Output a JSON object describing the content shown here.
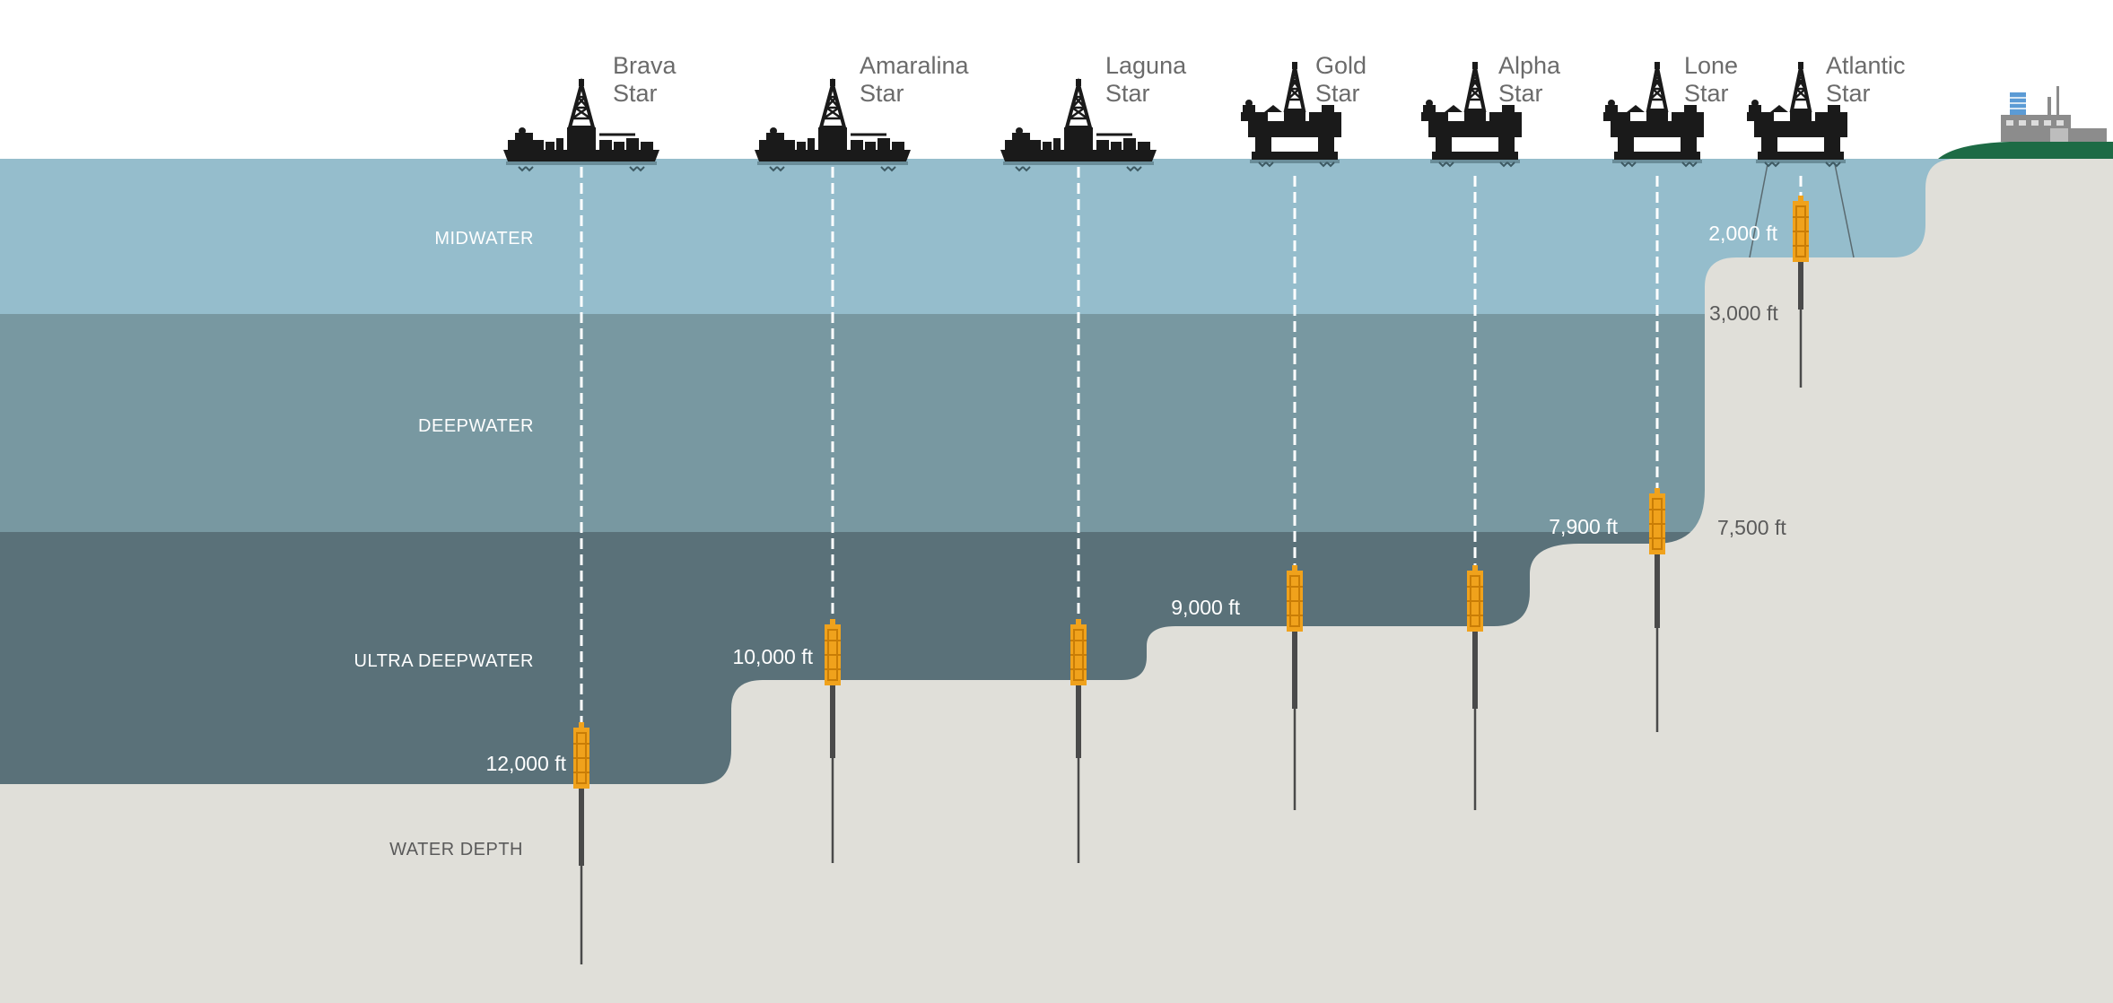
{
  "zones": {
    "midwater": "MIDWATER",
    "deepwater": "DEEPWATER",
    "ultra_deepwater": "ULTRA DEEPWATER",
    "water_depth": "WATER DEPTH"
  },
  "rigs": [
    {
      "name_line1": "Brava",
      "name_line2": "Star",
      "vessel": "drillship",
      "depth_label": "12,000 ft"
    },
    {
      "name_line1": "Amaralina",
      "name_line2": "Star",
      "vessel": "drillship",
      "depth_label": "10,000 ft"
    },
    {
      "name_line1": "Laguna",
      "name_line2": "Star",
      "vessel": "drillship",
      "depth_label": ""
    },
    {
      "name_line1": "Gold",
      "name_line2": "Star",
      "vessel": "semisubmersible",
      "depth_label": "9,000 ft"
    },
    {
      "name_line1": "Alpha",
      "name_line2": "Star",
      "vessel": "semisubmersible",
      "depth_label": ""
    },
    {
      "name_line1": "Lone",
      "name_line2": "Star",
      "vessel": "semisubmersible",
      "depth_label": "7,900 ft"
    },
    {
      "name_line1": "Atlantic",
      "name_line2": "Star",
      "vessel": "moored-semisubmersible",
      "depth_label": "2,000 ft"
    }
  ],
  "zone_boundaries": {
    "deepwater_start": "3,000 ft",
    "ultra_deepwater_start": "7,500 ft"
  },
  "colors": {
    "midwater": "#95bdcc",
    "deepwater": "#7898a1",
    "ultra_deepwater": "#5a7179",
    "seabed": "#e0dfd9",
    "bop": "#f0a21c",
    "land": "#1d6b45",
    "vessel": "#1a1a1a"
  },
  "icons": [
    "drillship-icon",
    "semisubmersible-icon",
    "blowout-preventer-icon",
    "shore-facility-icon"
  ]
}
